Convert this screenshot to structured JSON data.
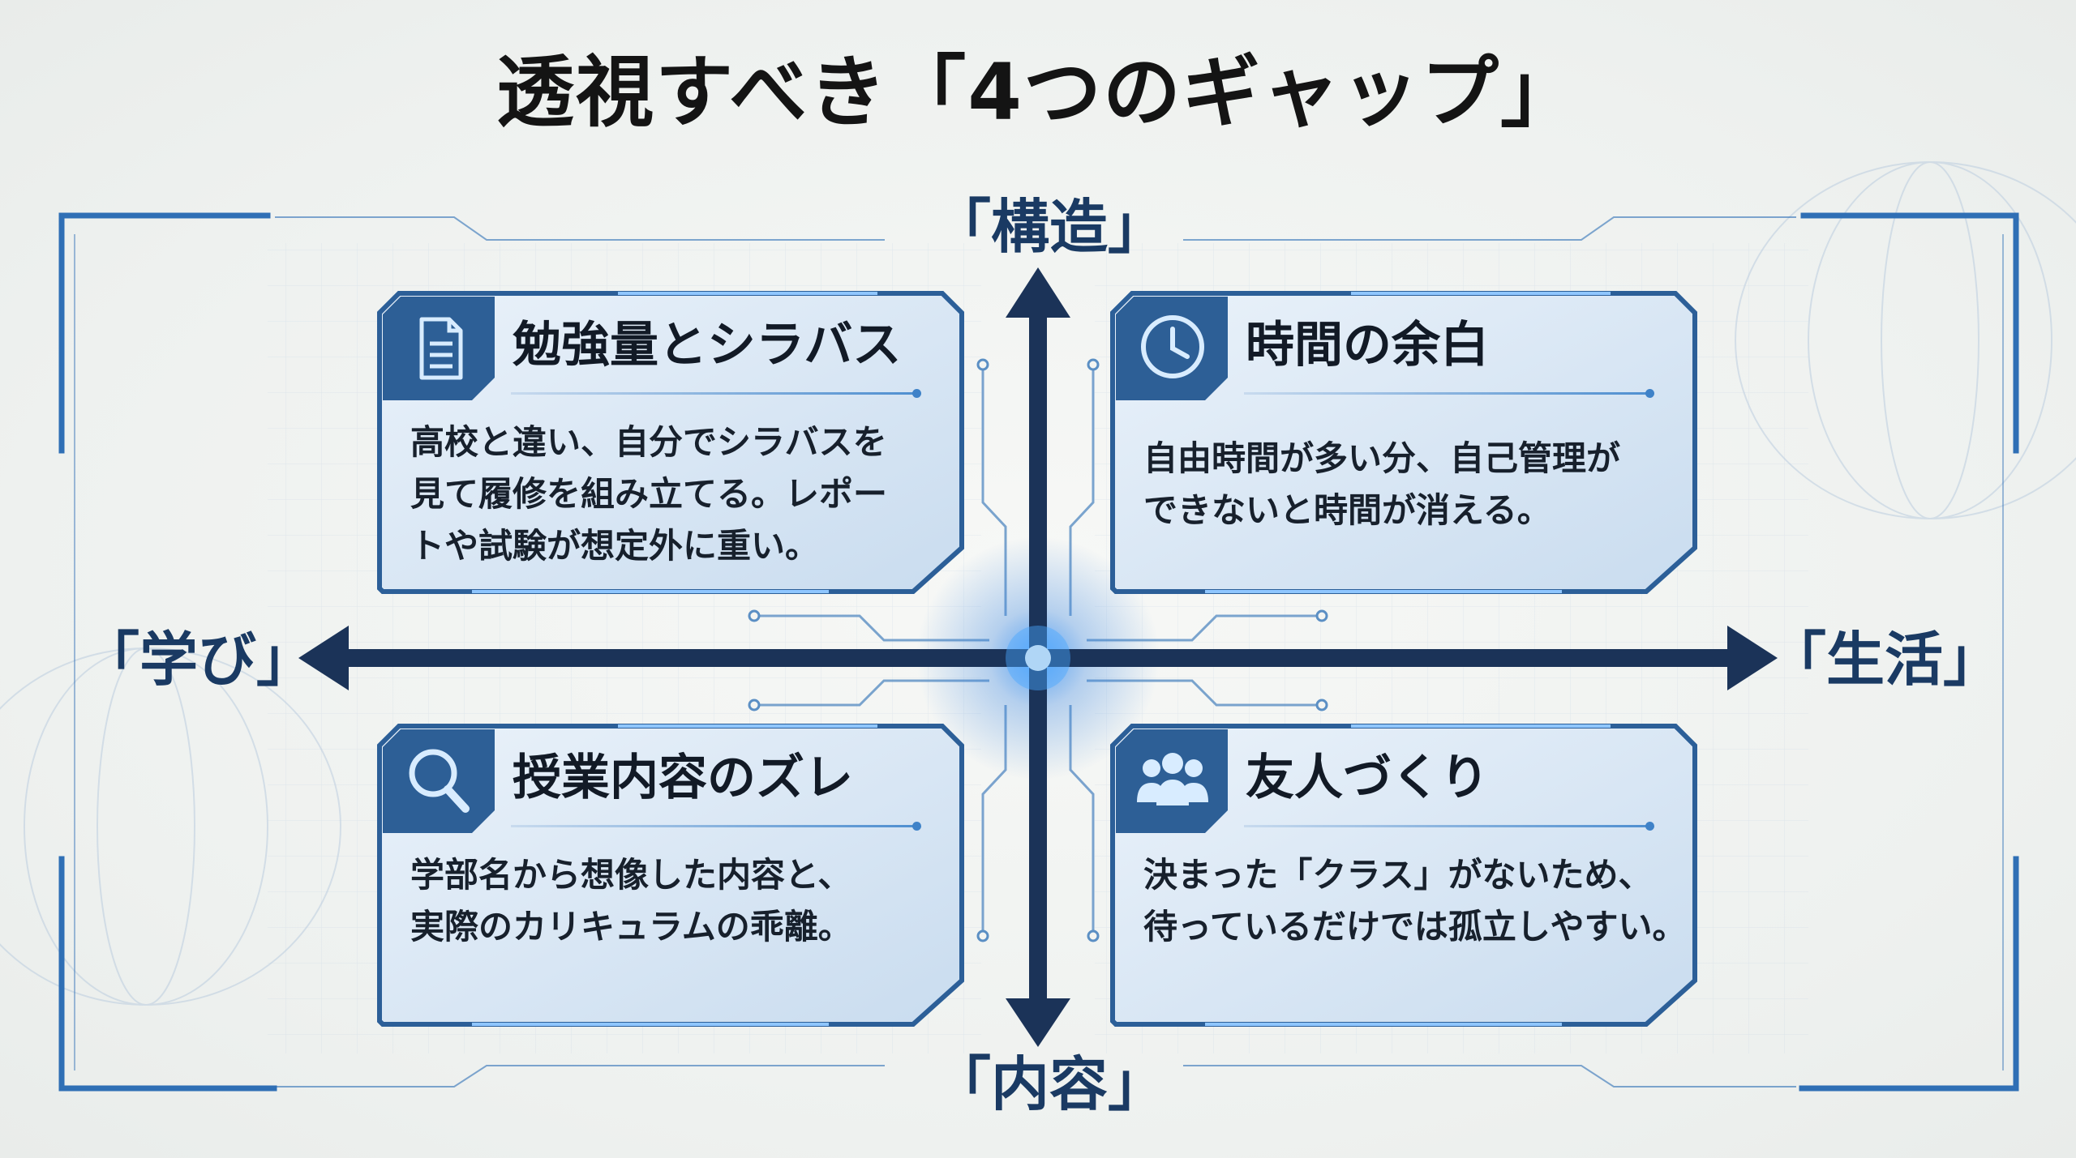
{
  "title": "透視すべき「4つのギャップ」",
  "axes": {
    "top": "「構造」",
    "bottom": "「内容」",
    "left": "「学び」",
    "right": "「生活」"
  },
  "cards": [
    {
      "icon": "document-icon",
      "title": "勉強量とシラバス",
      "body": [
        "高校と違い、自分でシラバスを",
        "見て履修を組み立てる。レポー",
        "トや試験が想定外に重い。"
      ]
    },
    {
      "icon": "clock-icon",
      "title": "時間の余白",
      "body": [
        "自由時間が多い分、自己管理が",
        "できないと時間が消える。"
      ]
    },
    {
      "icon": "magnifier-icon",
      "title": "授業内容のズレ",
      "body": [
        "学部名から想像した内容と、",
        "実際のカリキュラムの乖離。"
      ]
    },
    {
      "icon": "people-group-icon",
      "title": "友人づくり",
      "body": [
        "決まった「クラス」がないため、",
        "待っているだけでは孤立しやすい。"
      ]
    }
  ],
  "colors": {
    "axis": "#1b3358",
    "frame": "#2f6fb5",
    "card_fill": "#dce9f5",
    "icon_box": "#2d5f96"
  }
}
